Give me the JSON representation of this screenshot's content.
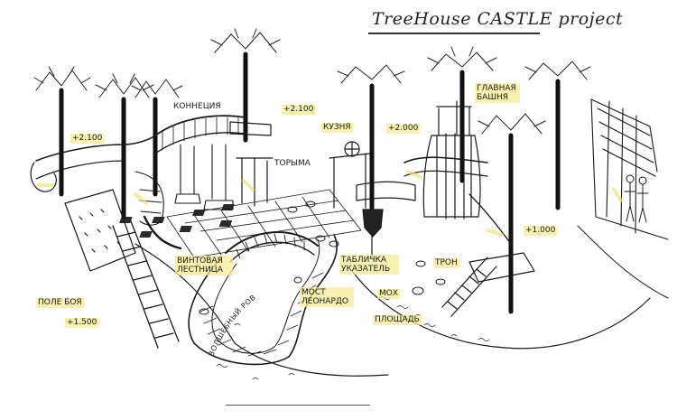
{
  "title": "TreeHouse CASTLE project",
  "colors": {
    "ink": "#1a1a1a",
    "highlight": "#f6ec96",
    "paper": "#ffffff"
  },
  "labels": {
    "konnected": "КОННЕЦИЯ",
    "level_2100_top": "+2.100",
    "level_2100_left": "+2.100",
    "tower_small": "ТОРЫМА",
    "forge": "КУЗНЯ",
    "level_2000": "+2.000",
    "main_tower": "ГЛАВНАЯ БАШНЯ",
    "level_1000": "+1.000",
    "spiral_ladder": "ВИНТОВАЯ ЛЕСТНИЦА",
    "bridge": "МОСТ ЛЕОНАРДО",
    "signpost": "ТАБЛИЧКА УКАЗАТЕЛЬ",
    "throne": "ТРОН",
    "moss": "МОХ",
    "square": "ПЛОЩАДЬ",
    "battlefield": "ПОЛЕ БОЯ",
    "level_1500": "+1.500",
    "river": "ВОЛШЕБНЫЙ РОВ"
  }
}
